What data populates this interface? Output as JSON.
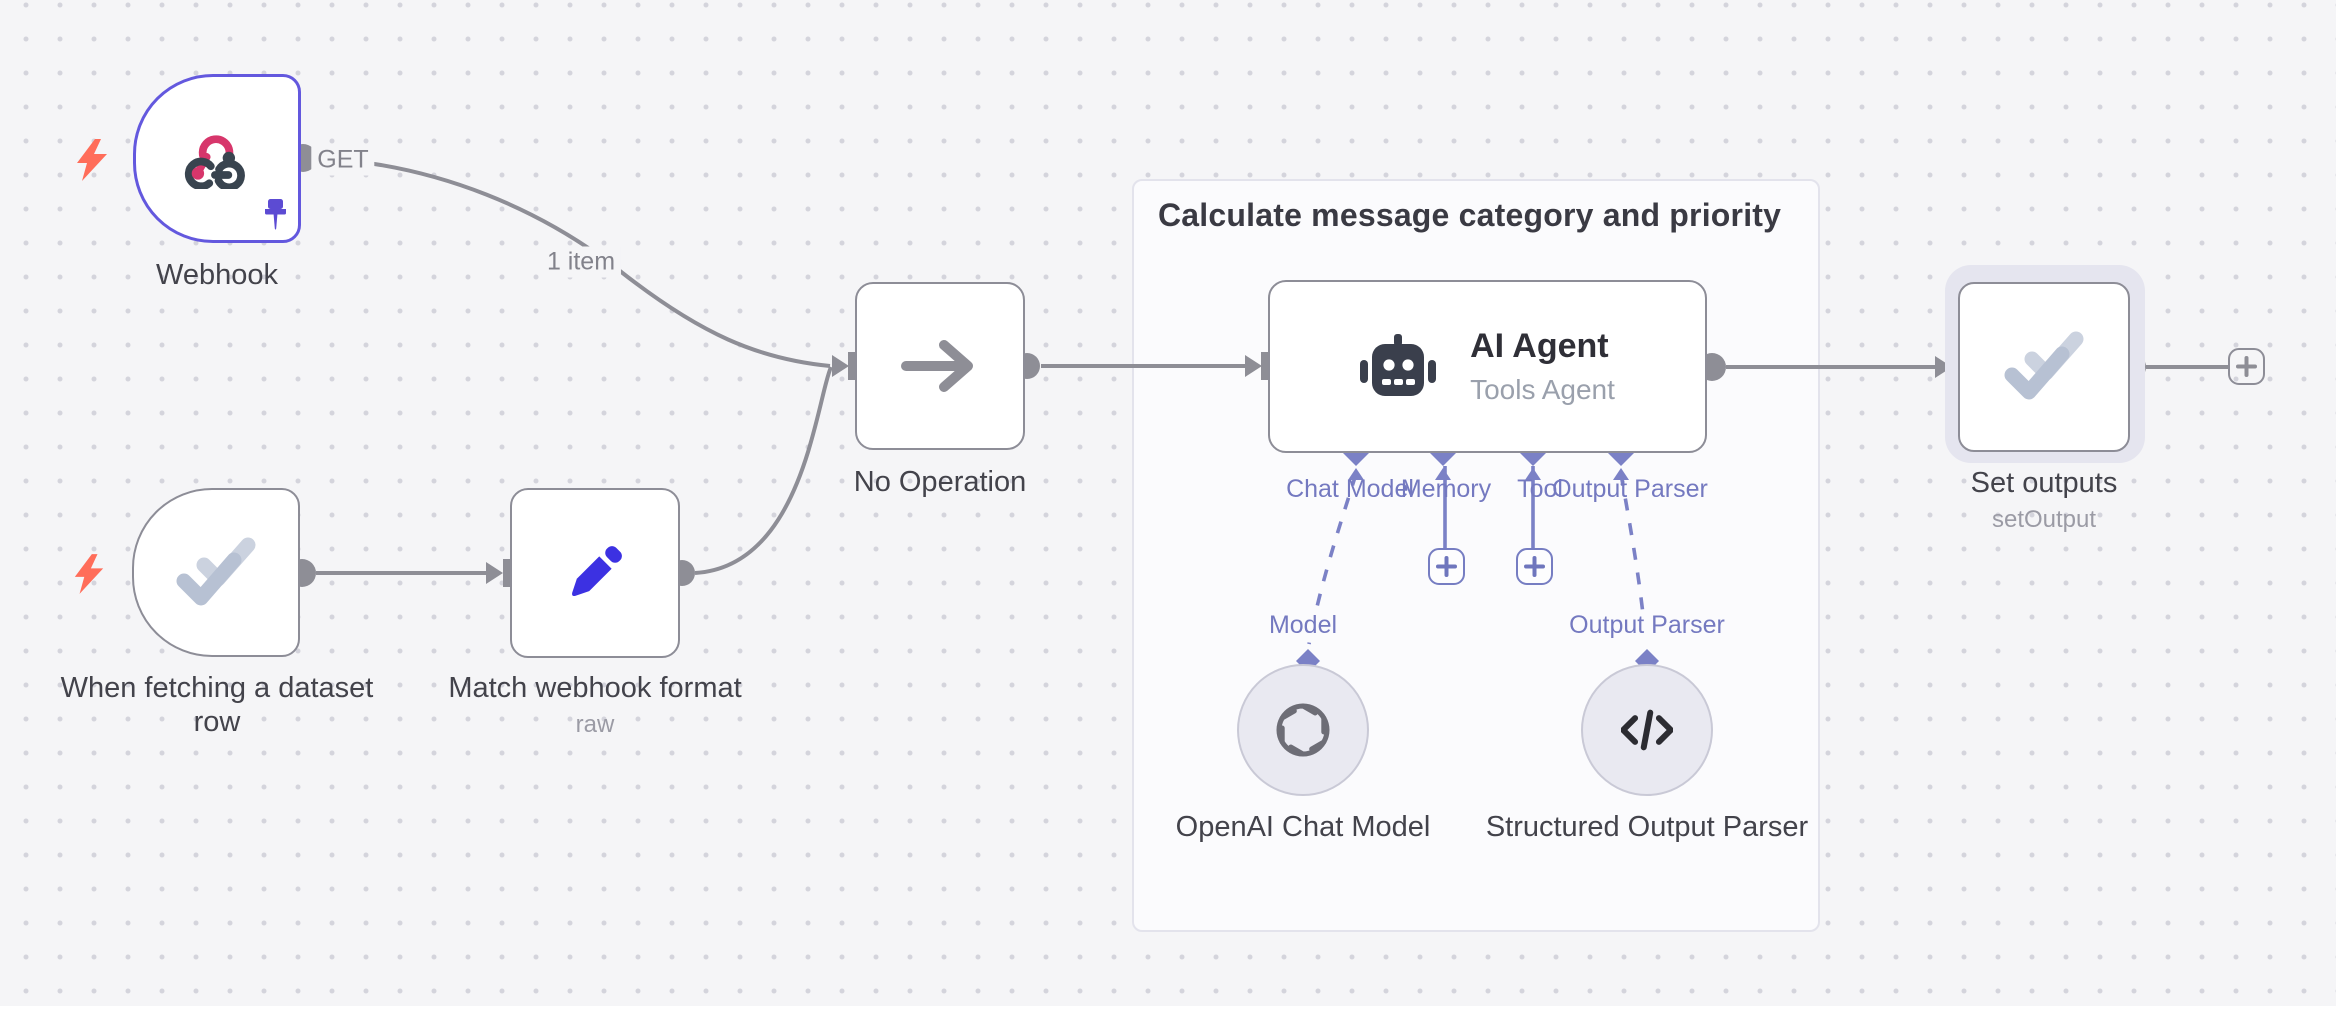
{
  "group": {
    "title": "Calculate message category and priority"
  },
  "nodes": {
    "webhook": {
      "label": "Webhook",
      "method": "GET"
    },
    "dataset_trigger": {
      "label": "When fetching a dataset row"
    },
    "match_format": {
      "label": "Match webhook format",
      "subtitle": "raw"
    },
    "noop": {
      "label": "No Operation"
    },
    "ai_agent": {
      "title": "AI Agent",
      "subtitle": "Tools Agent",
      "ports": [
        {
          "label": "Chat Model"
        },
        {
          "label": "Memory"
        },
        {
          "label": "Tool"
        },
        {
          "label": "Output Parser"
        }
      ]
    },
    "openai_model": {
      "label": "OpenAI Chat Model",
      "port_label": "Model"
    },
    "output_parser": {
      "label": "Structured Output Parser",
      "port_label": "Output Parser"
    },
    "set_outputs": {
      "label": "Set outputs",
      "subtitle": "setOutput"
    }
  },
  "connections": {
    "webhook_to_noop_items": "1 item"
  },
  "colors": {
    "accent_indigo": "#6358de",
    "connector_indigo": "#7b81c6",
    "line_gray": "#8e8e96",
    "trigger_bolt": "#ff6d5a",
    "pencil_blue": "#3c31e2",
    "webhook_pink": "#d7366b",
    "icon_slate": "#39444f"
  }
}
